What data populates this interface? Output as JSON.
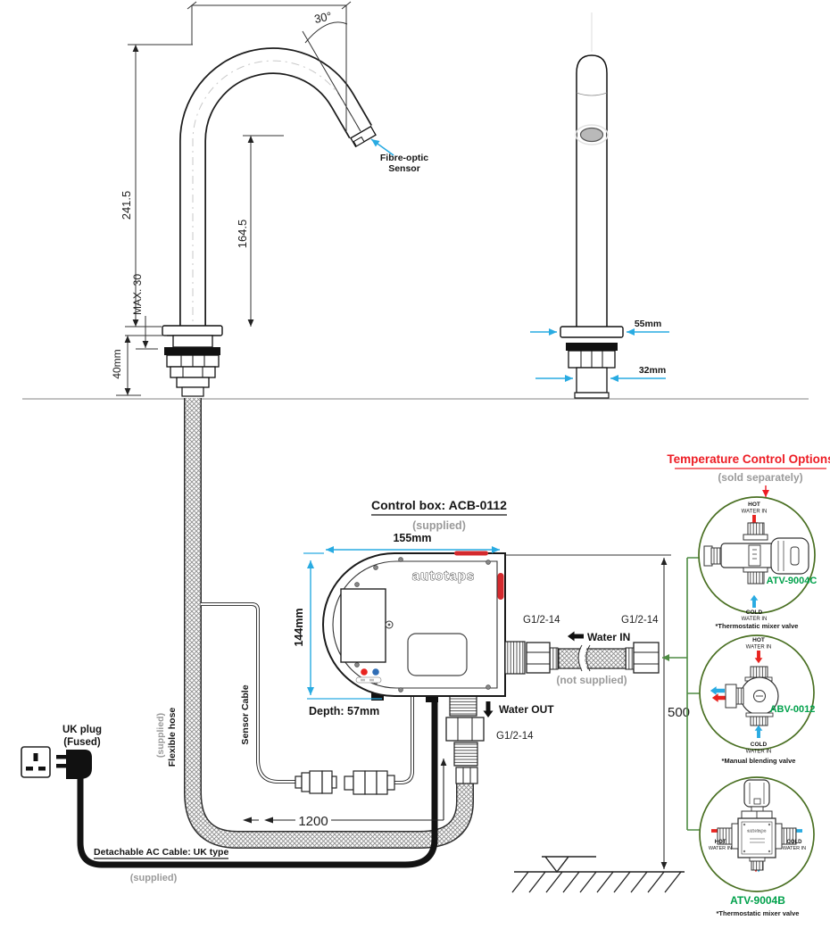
{
  "left_faucet": {
    "overall_height": "241.5",
    "spout_height": "164.5",
    "max_deck": "MAX. 30",
    "under_deck": "40mm",
    "spout_angle": "30°",
    "sensor_label_line1": "Fibre-optic",
    "sensor_label_line2": "Sensor"
  },
  "right_faucet": {
    "base_width": "55mm",
    "thread_width": "32mm"
  },
  "control_box": {
    "title": "Control box: ACB-0112",
    "supplied_note": "(supplied)",
    "logo": "autotaps",
    "width": "155mm",
    "height": "144mm",
    "depth": "Depth: 57mm"
  },
  "plumbing": {
    "water_in": "Water IN",
    "water_out": "Water OUT",
    "inlet_thread_left": "G1/2-14",
    "inlet_thread_right": "G1/2-14",
    "outlet_thread": "G1/2-14",
    "inlet_hose_note": "(not supplied)",
    "hose_length": "1200",
    "install_height": "500"
  },
  "cables": {
    "flexible_hose_label": "Flexible hose",
    "flexible_hose_note": "(supplied)",
    "sensor_cable_label": "Sensor Cable",
    "plug_line1": "UK plug",
    "plug_line2": "(Fused)",
    "ac_cable_label": "Detachable AC Cable: UK type",
    "ac_cable_note": "(supplied)"
  },
  "temperature_options": {
    "title": "Temperature Control Options",
    "subtitle": "(sold separately)",
    "valves": [
      {
        "model": "ATV-9004C",
        "type_note": "*Thermostatic mixer valve",
        "hot_line1": "HOT",
        "hot_line2": "WATER IN",
        "cold_line1": "COLD",
        "cold_line2": "WATER IN"
      },
      {
        "model": "ABV-0012",
        "type_note": "*Manual blending valve",
        "hot_line1": "HOT",
        "hot_line2": "WATER IN",
        "cold_line1": "COLD",
        "cold_line2": "WATER IN"
      },
      {
        "model": "ATV-9004B",
        "type_note": "*Thermostatic mixer valve",
        "hot_line1": "HOT",
        "hot_line2": "WATER IN",
        "cold_line1": "COLD",
        "cold_line2": "WATER IN",
        "logo": "autotaps"
      }
    ]
  },
  "colors": {
    "dimension_cyan": "#29abe2",
    "hot_red": "#e8231f",
    "cold_blue": "#29abe2",
    "title_red": "#ed1c24",
    "option_label_green": "#00a14b",
    "circle_green": "#4a7023",
    "bracket_green": "#4e8c43",
    "muted_gray": "#9a9a9a"
  }
}
